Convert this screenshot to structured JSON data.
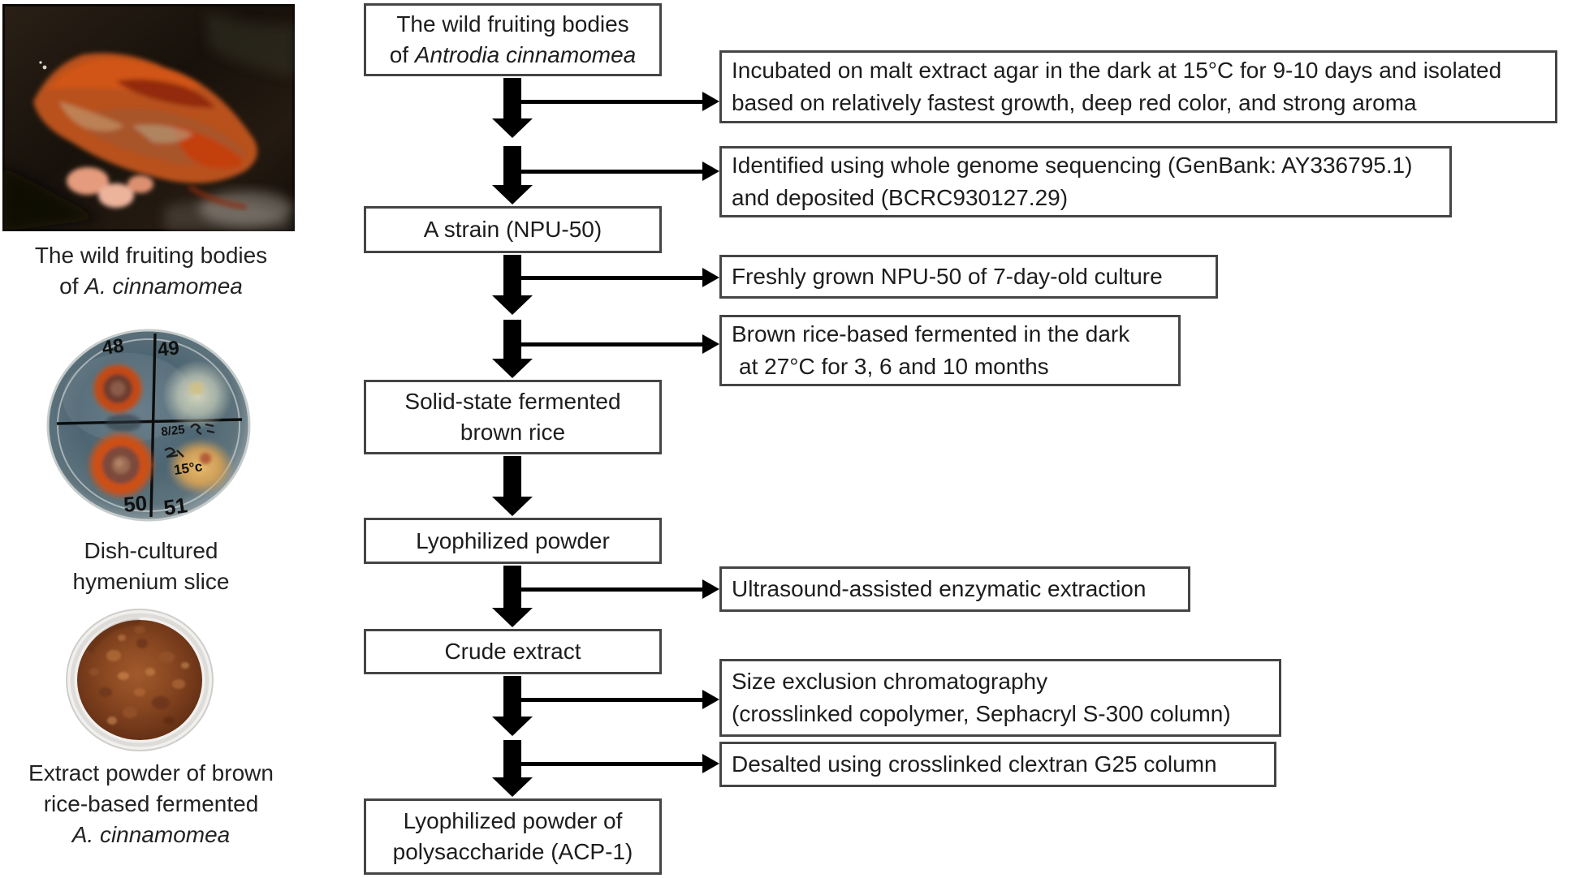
{
  "left_panel": {
    "photo1_caption": {
      "line1": "The wild fruiting bodies",
      "line2_prefix": "of ",
      "line2_italic": "A. cinnamomea"
    },
    "petri": {
      "label_top_left": "48",
      "label_top_right": "49",
      "label_bottom_left": "50",
      "label_bottom_right": "51",
      "note_date": "8/25",
      "note_temp": "15°c"
    },
    "photo2_caption": {
      "line1": "Dish-cultured",
      "line2": "hymenium slice"
    },
    "photo3_caption": {
      "line1": "Extract powder of brown",
      "line2": "rice-based fermented",
      "line3_italic": "A. cinnamomea"
    }
  },
  "flowchart": {
    "nodes": {
      "n1": {
        "line1": "The wild fruiting bodies",
        "line2_prefix": "of ",
        "line2_italic": "Antrodia cinnamomea"
      },
      "n2": {
        "label": "A strain (NPU-50)"
      },
      "n3": {
        "line1": "Solid-state fermented",
        "line2": "brown rice"
      },
      "n4": {
        "label": "Lyophilized powder"
      },
      "n5": {
        "label": "Crude extract"
      },
      "n6": {
        "line1": "Lyophilized powder of",
        "line2": "polysaccharide (ACP-1)"
      }
    },
    "annotations": {
      "a1": {
        "line1": "Incubated on malt extract agar in the dark at 15°C for 9-10 days and isolated",
        "line2": "based on relatively fastest growth, deep red color, and strong aroma"
      },
      "a2": {
        "line1": "Identified using whole genome sequencing (GenBank: AY336795.1)",
        "line2": "and deposited (BCRC930127.29)"
      },
      "a3": {
        "label": "Freshly grown NPU-50 of 7-day-old culture"
      },
      "a4": {
        "line1": "Brown rice-based fermented in the dark",
        "line2": "at 27°C for 3, 6 and 10 months"
      },
      "a5": {
        "label": "Ultrasound-assisted enzymatic extraction"
      },
      "a6": {
        "line1": "Size exclusion chromatography",
        "line2": "(crosslinked copolymer, Sephacryl S-300 column)"
      },
      "a7": {
        "label": "Desalted using crosslinked clextran G25 column"
      }
    }
  },
  "colors": {
    "box_border": "#454545",
    "arrow": "#000000",
    "text": "#1d1d1d",
    "fungus_orange": "#c0511a",
    "powder_brown": "#8c4a22",
    "dish_blue_gray": "#526a77"
  }
}
